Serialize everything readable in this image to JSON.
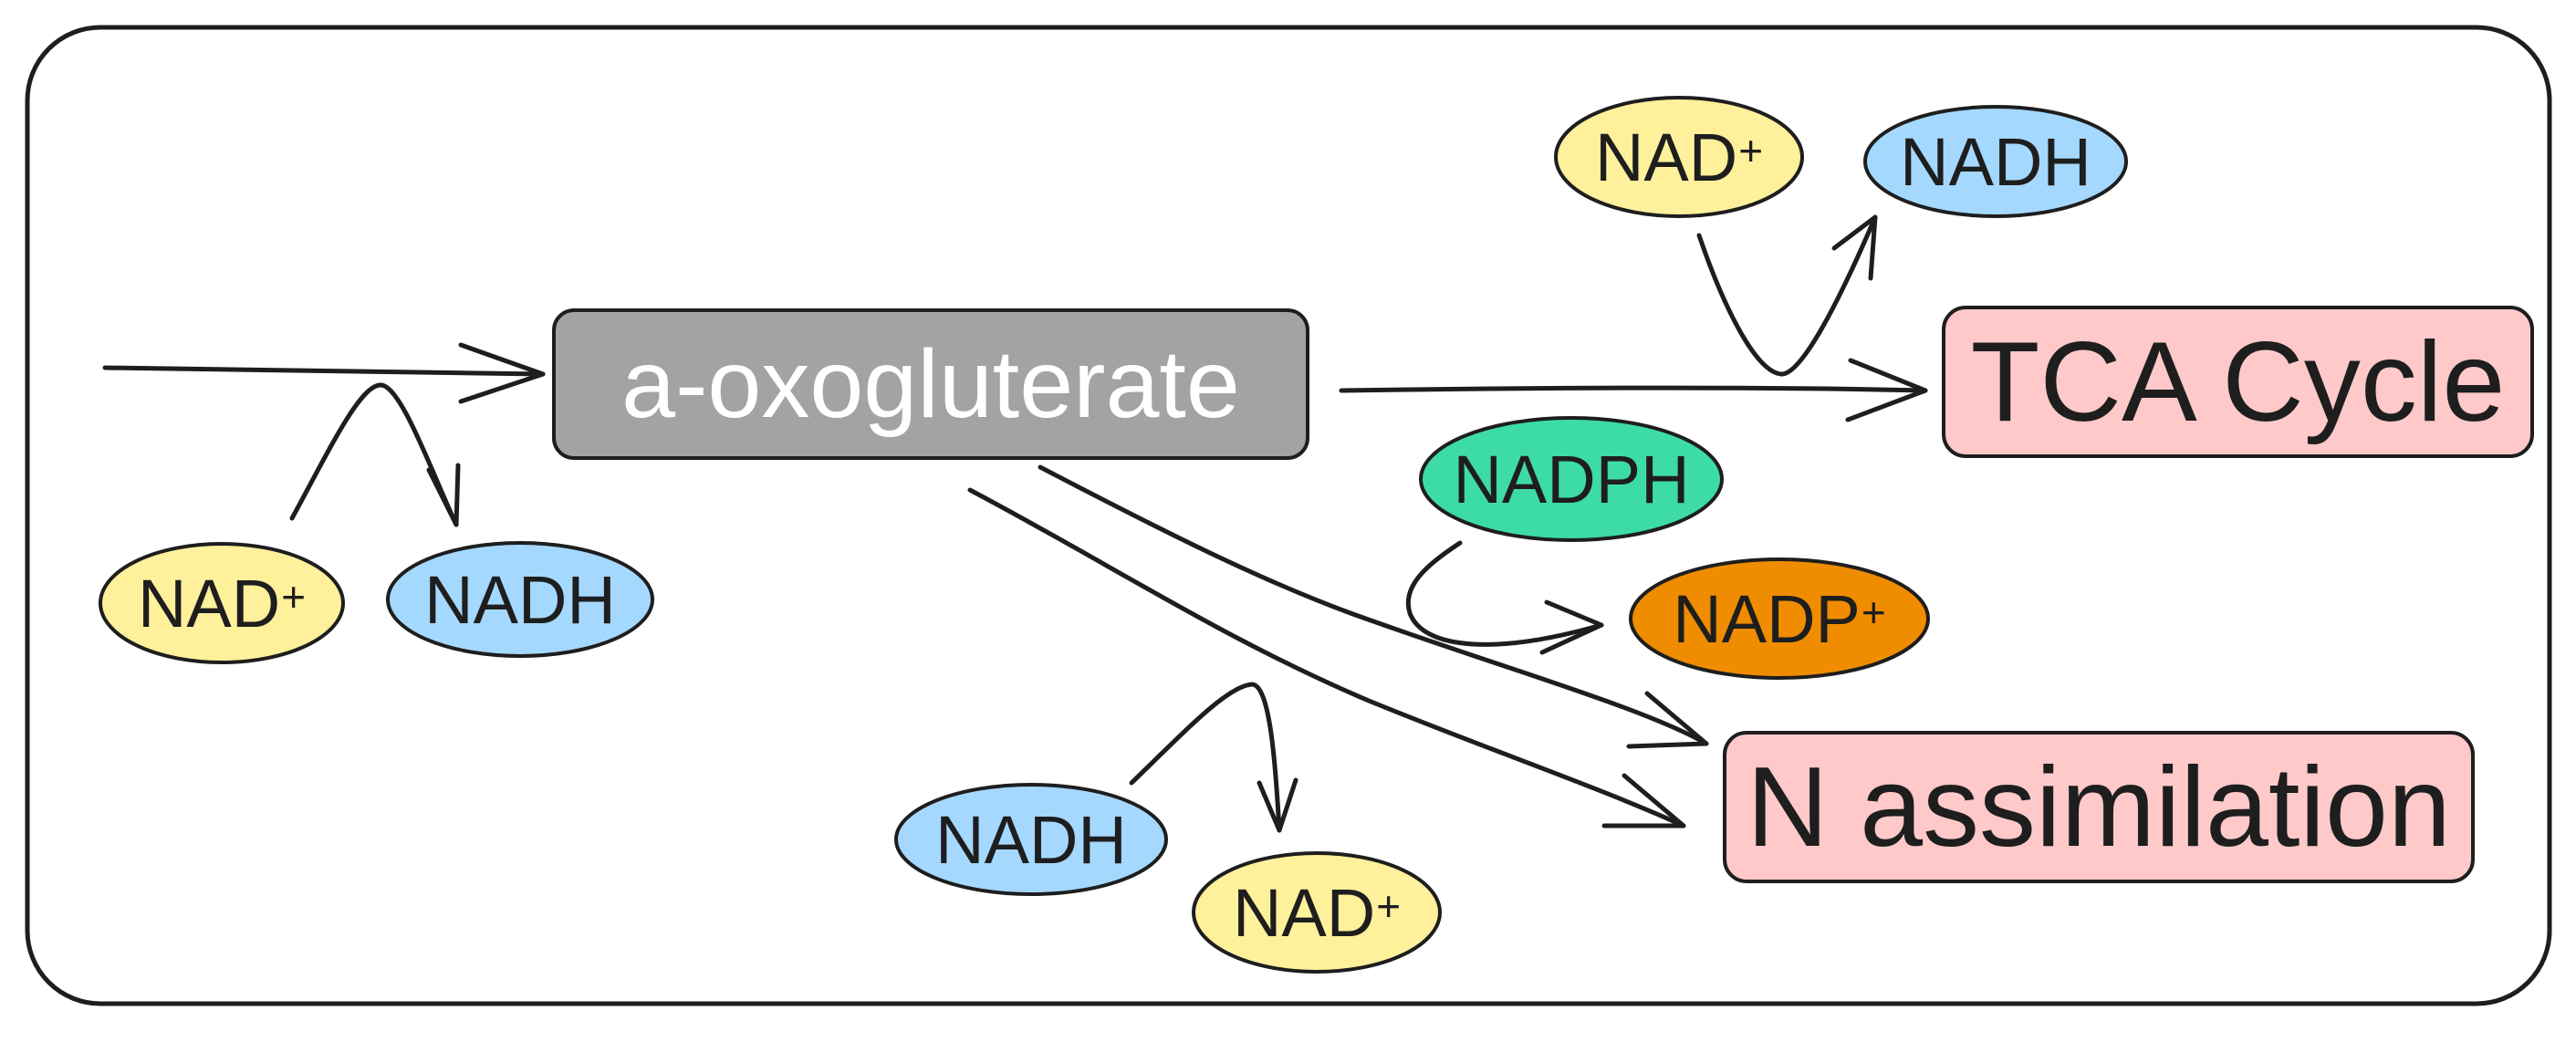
{
  "nodes": {
    "main": {
      "label": "a-oxogluterate",
      "fill": "#a3a3a3"
    },
    "tca": {
      "label": "TCA Cycle",
      "fill": "#ffc9c9"
    },
    "nassim": {
      "label": "N assimilation",
      "fill": "#ffc9c9"
    }
  },
  "cofactors": {
    "left_nad": {
      "base": "NAD",
      "charge": "+",
      "fill": "#fff09c"
    },
    "left_nadh": {
      "base": "NADH",
      "fill": "#a5d8ff"
    },
    "top_nad": {
      "base": "NAD",
      "charge": "+",
      "fill": "#fff09c"
    },
    "top_nadh": {
      "base": "NADH",
      "fill": "#a5d8ff"
    },
    "mid_nadph": {
      "base": "NADPH",
      "fill": "#3ddba7"
    },
    "mid_nadp": {
      "base": "NADP",
      "charge": "+",
      "fill": "#f08c00"
    },
    "bot_nadh": {
      "base": "NADH",
      "fill": "#a5d8ff"
    },
    "bot_nad": {
      "base": "NAD",
      "charge": "+",
      "fill": "#fff09c"
    }
  },
  "colors": {
    "stroke": "#1e1e1e",
    "background": "#ffffff"
  }
}
